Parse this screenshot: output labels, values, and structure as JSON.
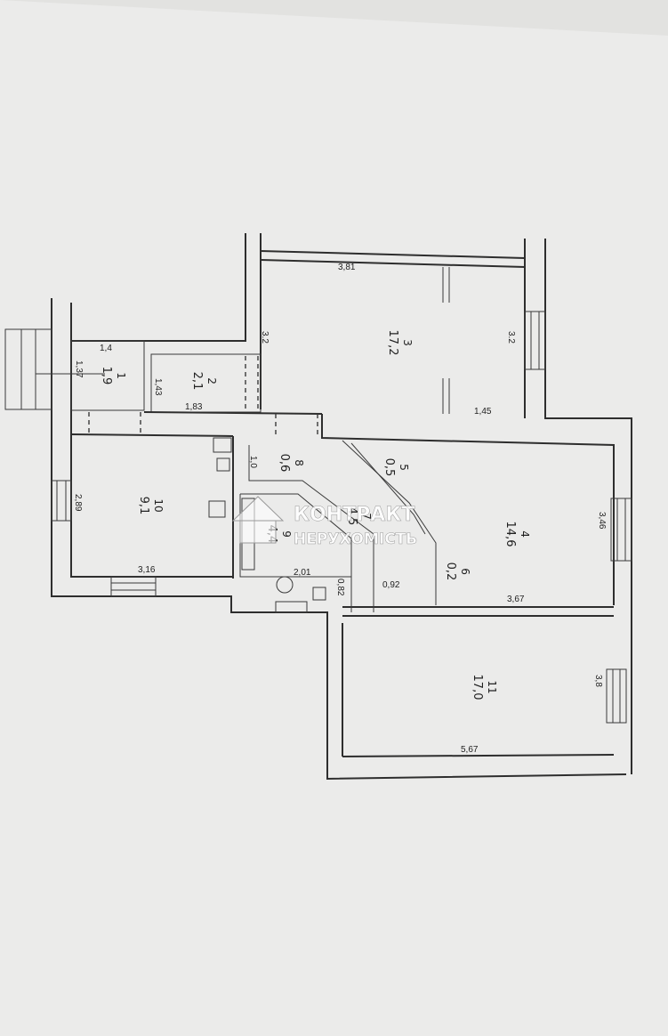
{
  "rooms": [
    {
      "id": "r1",
      "number": "1",
      "area": "1,9"
    },
    {
      "id": "r2",
      "number": "2",
      "area": "2,1"
    },
    {
      "id": "r3",
      "number": "3",
      "area": "17,2"
    },
    {
      "id": "r4",
      "number": "4",
      "area": "14,6"
    },
    {
      "id": "r5",
      "number": "5",
      "area": "0,5"
    },
    {
      "id": "r6",
      "number": "6",
      "area": "0,2"
    },
    {
      "id": "r7",
      "number": "7",
      "area": "4,5"
    },
    {
      "id": "r8",
      "number": "8",
      "area": "0,6"
    },
    {
      "id": "r9",
      "number": "9",
      "area": "4,4"
    },
    {
      "id": "r10",
      "number": "10",
      "area": "9,1"
    },
    {
      "id": "r11",
      "number": "11",
      "area": "17,0"
    }
  ],
  "dimensions": {
    "d381": "3,81",
    "d32a": "3.2",
    "d32b": "3.2",
    "d145": "1,45",
    "d14": "1,4",
    "d137": "1,37",
    "d143": "1,43",
    "d183": "1,83",
    "d289": "2,89",
    "d316": "3,16",
    "d201": "2,01",
    "d082": "0,82",
    "d092": "0,92",
    "d367": "3,67",
    "d346": "3,46",
    "d38": "3,8",
    "d567": "5,67",
    "d10": "1,0"
  },
  "watermark": {
    "line1": "КОНТРАКТ",
    "line2": "НЕРУХОМІСТЬ"
  }
}
